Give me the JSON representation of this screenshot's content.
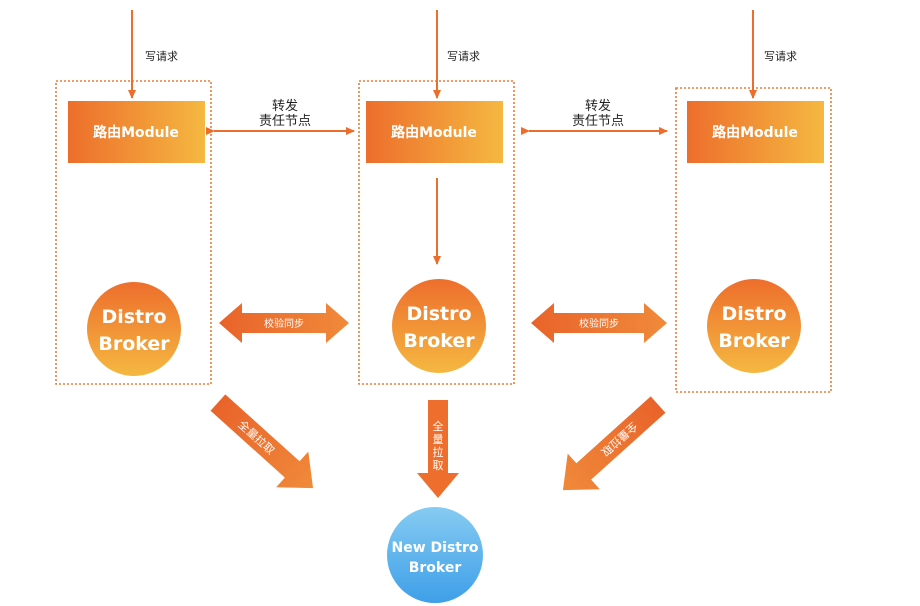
{
  "write_request_label": "写请求",
  "route_module_label": "路由Module",
  "forward_label_line1": "转发",
  "forward_label_line2": "责任节点",
  "broker_label_line1": "Distro",
  "broker_label_line2": "Broker",
  "sync_label": "校验同步",
  "full_pull_label": "全量拉取",
  "full_pull_vertical": [
    "全",
    "量",
    "拉",
    "取"
  ],
  "new_broker_line1": "New Distro",
  "new_broker_line2": "Broker",
  "colors": {
    "orange_dark": "#ED6E2C",
    "orange_light": "#F5B841",
    "dotted_border": "#EE7A33",
    "blue_light": "#86CBF2",
    "blue_dark": "#3E9FE8"
  }
}
